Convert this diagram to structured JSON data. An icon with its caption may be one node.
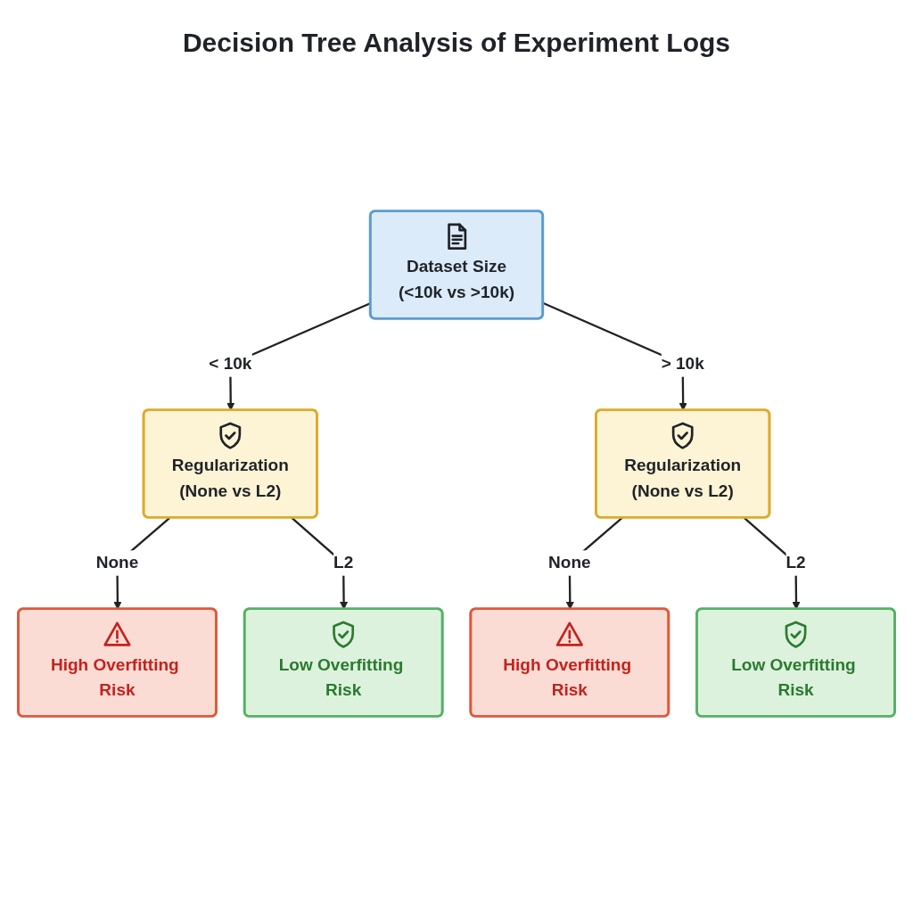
{
  "diagram": {
    "title": "Decision Tree Analysis of Experiment Logs",
    "nodes": [
      {
        "text": [
          "Dataset Size",
          "(<10k vs >10k)"
        ]
      },
      {
        "text": [
          "Regularization",
          "(None vs L2)"
        ]
      },
      {
        "text": [
          "Regularization",
          "(None vs L2)"
        ]
      },
      {
        "text": [
          "High Overfitting Risk"
        ]
      },
      {
        "text": [
          "Low Overfitting Risk"
        ]
      },
      {
        "text": [
          "High Overfitting Risk"
        ]
      },
      {
        "text": [
          "Low Overfitting Risk"
        ]
      }
    ],
    "edges": [
      {
        "from": 0,
        "to": 1,
        "arrow": "to",
        "label": "< 10k"
      },
      {
        "from": 0,
        "to": 2,
        "arrow": "to",
        "label": "> 10k"
      },
      {
        "from": 1,
        "to": 3,
        "arrow": "to",
        "label": "None"
      },
      {
        "from": 1,
        "to": 4,
        "arrow": "to",
        "label": "L2"
      },
      {
        "from": 2,
        "to": 5,
        "arrow": "to",
        "label": "None"
      },
      {
        "from": 2,
        "to": 6,
        "arrow": "to",
        "label": "L2"
      }
    ]
  }
}
